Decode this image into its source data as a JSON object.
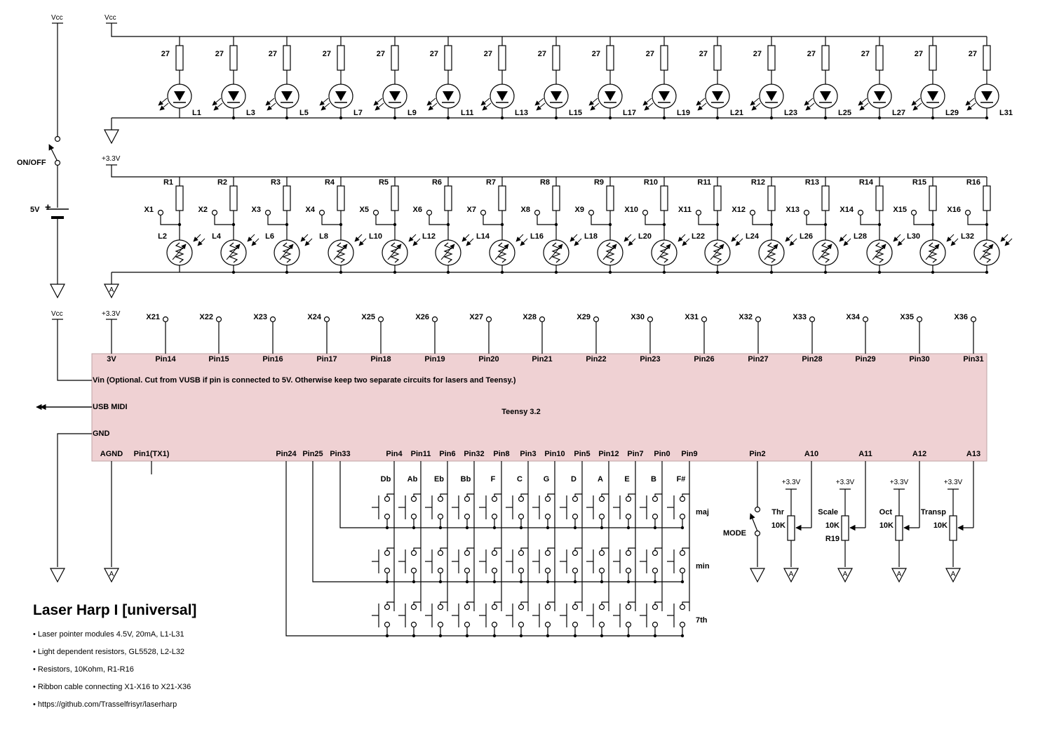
{
  "title": "Laser Harp I [universal]",
  "notes": [
    "• Laser pointer modules 4.5V, 20mA, L1-L31",
    "• Light dependent resistors, GL5528, L2-L32",
    "• Resistors, 10Kohm, R1-R16",
    "• Ribbon cable connecting X1-X16 to X21-X36",
    "• https://github.com/Trasselfrisyr/laserharp"
  ],
  "power": {
    "vcc": "Vcc",
    "v33": "+3.3V",
    "battery": "5V",
    "battery_plus": "+",
    "switch": "ON/OFF"
  },
  "laser_row": {
    "resistor_value": "27",
    "labels": [
      "L1",
      "L3",
      "L5",
      "L7",
      "L9",
      "L11",
      "L13",
      "L15",
      "L17",
      "L19",
      "L21",
      "L23",
      "L25",
      "L27",
      "L29",
      "L31"
    ]
  },
  "ldr_row": {
    "resistors": [
      "R1",
      "R2",
      "R3",
      "R4",
      "R5",
      "R6",
      "R7",
      "R8",
      "R9",
      "R10",
      "R11",
      "R12",
      "R13",
      "R14",
      "R15",
      "R16"
    ],
    "ports": [
      "X1",
      "X2",
      "X3",
      "X4",
      "X5",
      "X6",
      "X7",
      "X8",
      "X9",
      "X10",
      "X11",
      "X12",
      "X13",
      "X14",
      "X15",
      "X16"
    ],
    "ldrs": [
      "L2",
      "L4",
      "L6",
      "L8",
      "L10",
      "L12",
      "L14",
      "L16",
      "L18",
      "L20",
      "L22",
      "L24",
      "L26",
      "L28",
      "L30",
      "L32"
    ]
  },
  "teensy": {
    "name": "Teensy 3.2",
    "top_pins": [
      "3V",
      "Pin14",
      "Pin15",
      "Pin16",
      "Pin17",
      "Pin18",
      "Pin19",
      "Pin20",
      "Pin21",
      "Pin22",
      "Pin23",
      "Pin26",
      "Pin27",
      "Pin28",
      "Pin29",
      "Pin30",
      "Pin31"
    ],
    "top_ports": [
      "X21",
      "X22",
      "X23",
      "X24",
      "X25",
      "X26",
      "X27",
      "X28",
      "X29",
      "X30",
      "X31",
      "X32",
      "X33",
      "X34",
      "X35",
      "X36"
    ],
    "vin": "Vin (Optional. Cut from VUSB if pin is connected to 5V. Otherwise keep two separate circuits for lasers and Teensy.)",
    "usb": "USB MIDI",
    "gnd": "GND",
    "bottom_pins": [
      "AGND",
      "Pin1(TX1)",
      "Pin24",
      "Pin25",
      "Pin33",
      "Pin4",
      "Pin11",
      "Pin6",
      "Pin32",
      "Pin8",
      "Pin3",
      "Pin10",
      "Pin5",
      "Pin12",
      "Pin7",
      "Pin0",
      "Pin9",
      "Pin2",
      "A10",
      "A11",
      "A12",
      "A13"
    ]
  },
  "chord_matrix": {
    "notes": [
      "Db",
      "Ab",
      "Eb",
      "Bb",
      "F",
      "C",
      "G",
      "D",
      "A",
      "E",
      "B",
      "F#"
    ],
    "rows": [
      "maj",
      "min",
      "7th"
    ]
  },
  "mode_switch": "MODE",
  "pots": [
    {
      "name": "Thr",
      "value": "10K",
      "ref": ""
    },
    {
      "name": "Scale",
      "value": "10K",
      "ref": "R19"
    },
    {
      "name": "Oct",
      "value": "10K",
      "ref": ""
    },
    {
      "name": "Transp",
      "value": "10K",
      "ref": ""
    }
  ],
  "colors": {
    "line": "#000000",
    "teensy_fill": "#efd1d3",
    "teensy_border": "#bfa3a5"
  }
}
